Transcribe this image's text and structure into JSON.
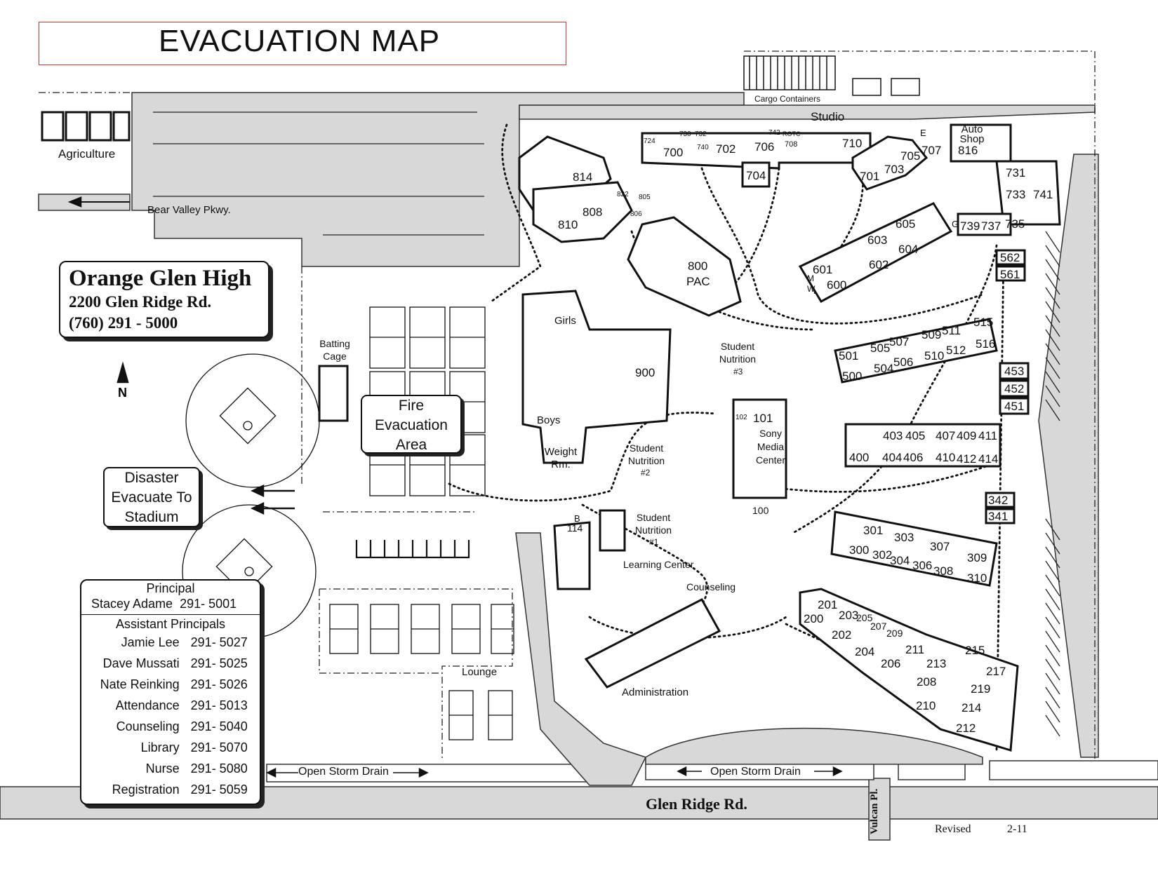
{
  "title": "EVACUATION MAP",
  "school": {
    "name": "Orange Glen High",
    "address": "2200 Glen Ridge Rd.",
    "phone": "(760) 291 - 5000"
  },
  "fire_area": {
    "line1": "Fire",
    "line2": "Evacuation",
    "line3": "Area"
  },
  "disaster": {
    "line1": "Disaster",
    "line2": "Evacuate To",
    "line3": "Stadium"
  },
  "contacts": {
    "principal_header": "Principal",
    "principal": {
      "name": "Stacey Adame",
      "phone": "291- 5001"
    },
    "assistants_header": "Assistant Principals",
    "rows": [
      {
        "name": "Jamie Lee",
        "phone": "291- 5027"
      },
      {
        "name": "Dave Mussati",
        "phone": "291- 5025"
      },
      {
        "name": "Nate Reinking",
        "phone": "291- 5026"
      },
      {
        "name": "Attendance",
        "phone": "291- 5013"
      },
      {
        "name": "Counseling",
        "phone": "291- 5040"
      },
      {
        "name": "Library",
        "phone": "291- 5070"
      },
      {
        "name": "Nurse",
        "phone": "291- 5080"
      },
      {
        "name": "Registration",
        "phone": "291- 5059"
      }
    ]
  },
  "labels": {
    "agriculture": "Agriculture",
    "bear_valley": "Bear Valley Pkwy.",
    "cargo": "Cargo Containers",
    "studio": "Studio",
    "auto_shop": "Auto Shop",
    "batting_cage": "Batting Cage",
    "girls": "Girls",
    "boys": "Boys",
    "weight_room": "Weight Rm.",
    "pac": "PAC",
    "student_nutrition": "Student Nutrition",
    "sn1": "#1",
    "sn2": "#2",
    "sn3": "#3",
    "sony": "Sony Media Center",
    "learning_center": "Learning Center",
    "counseling": "Counseling",
    "administration": "Administration",
    "lounge": "Lounge",
    "storm_drain": "Open Storm Drain",
    "glen_ridge": "Glen Ridge Rd.",
    "vulcan": "Vulcan Pl.",
    "revised": "Revised",
    "revised_date": "2-11",
    "north": "N",
    "e": "E",
    "g": "G",
    "m": "M",
    "w": "W",
    "b": "B"
  },
  "rooms": [
    "700",
    "702",
    "704",
    "706",
    "708",
    "710",
    "701",
    "703",
    "705",
    "707",
    "724",
    "730",
    "732",
    "740",
    "742",
    "ROTC",
    "816",
    "731",
    "733",
    "741",
    "735",
    "737",
    "739",
    "814",
    "808",
    "810",
    "822",
    "805",
    "806",
    "800",
    "601",
    "600",
    "603",
    "602",
    "605",
    "604",
    "562",
    "561",
    "501",
    "500",
    "505",
    "504",
    "507",
    "506",
    "509",
    "510",
    "511",
    "512",
    "515",
    "516",
    "453",
    "452",
    "451",
    "900",
    "102",
    "101",
    "100",
    "403",
    "405",
    "407",
    "409",
    "411",
    "400",
    "404",
    "406",
    "410",
    "412",
    "414",
    "342",
    "341",
    "301",
    "303",
    "300",
    "302",
    "304",
    "306",
    "307",
    "308",
    "309",
    "310",
    "114",
    "201",
    "200",
    "203",
    "202",
    "205",
    "207",
    "204",
    "209",
    "211",
    "206",
    "213",
    "208",
    "215",
    "210",
    "217",
    "219",
    "214",
    "212"
  ]
}
